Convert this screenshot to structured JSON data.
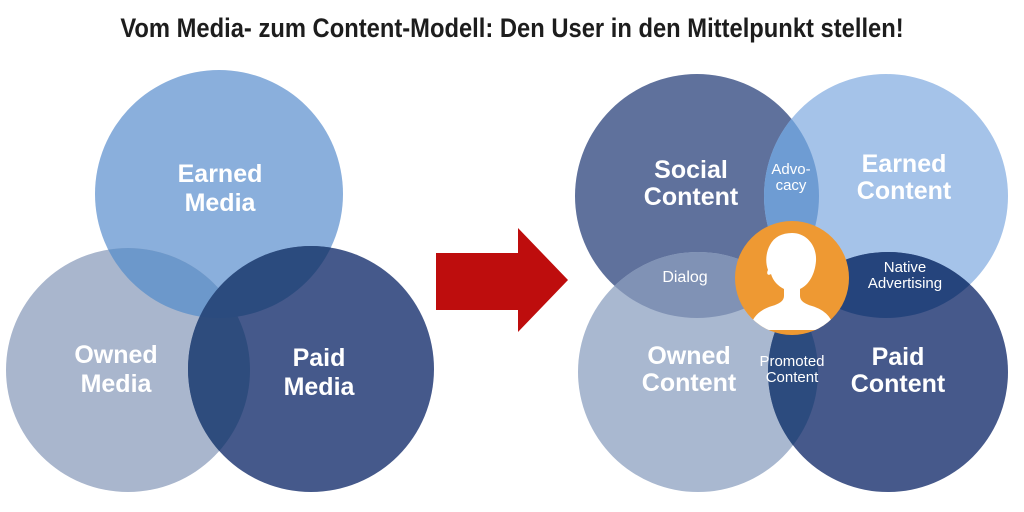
{
  "title": {
    "text": "Vom Media- zum Content-Modell: Den User in den Mittelpunkt stellen!",
    "color": "#1D1D1D"
  },
  "label_color": "#FFFFFF",
  "arrow": {
    "meaning": "transformation",
    "color": "#BE0D0D"
  },
  "left_venn": {
    "earned": {
      "line1": "Earned",
      "line2": "Media",
      "color": "#8AAFDC"
    },
    "owned": {
      "line1": "Owned",
      "line2": "Media",
      "color": "#A9B6CD"
    },
    "paid": {
      "line1": "Paid",
      "line2": "Media",
      "color": "#45598B"
    },
    "overlap_earned_owned": "#6C98CB",
    "overlap_earned_paid": "#2B4B7E",
    "overlap_owned_paid": "#2E4C7D"
  },
  "right_venn": {
    "social": {
      "line1": "Social",
      "line2": "Content",
      "color": "#5F719C"
    },
    "earned": {
      "line1": "Earned",
      "line2": "Content",
      "color": "#A5C3E9"
    },
    "owned": {
      "line1": "Owned",
      "line2": "Content",
      "color": "#A9B8D0"
    },
    "paid": {
      "line1": "Paid",
      "line2": "Content",
      "color": "#46598B"
    },
    "advocacy": {
      "line1": "Advo-",
      "line2": "cacy",
      "color": "#6E9CD3"
    },
    "dialog": {
      "line1": "Dialog",
      "color": "#8092B5"
    },
    "native_advertising": {
      "line1": "Native",
      "line2": "Advertising",
      "color": "#25447C"
    },
    "promoted_content": {
      "line1": "Promoted",
      "line2": "Content",
      "color": "#2C4B7E"
    },
    "user": {
      "icon": "user-silhouette",
      "background": "#EE9933",
      "icon_color": "#FFFFFF"
    }
  }
}
